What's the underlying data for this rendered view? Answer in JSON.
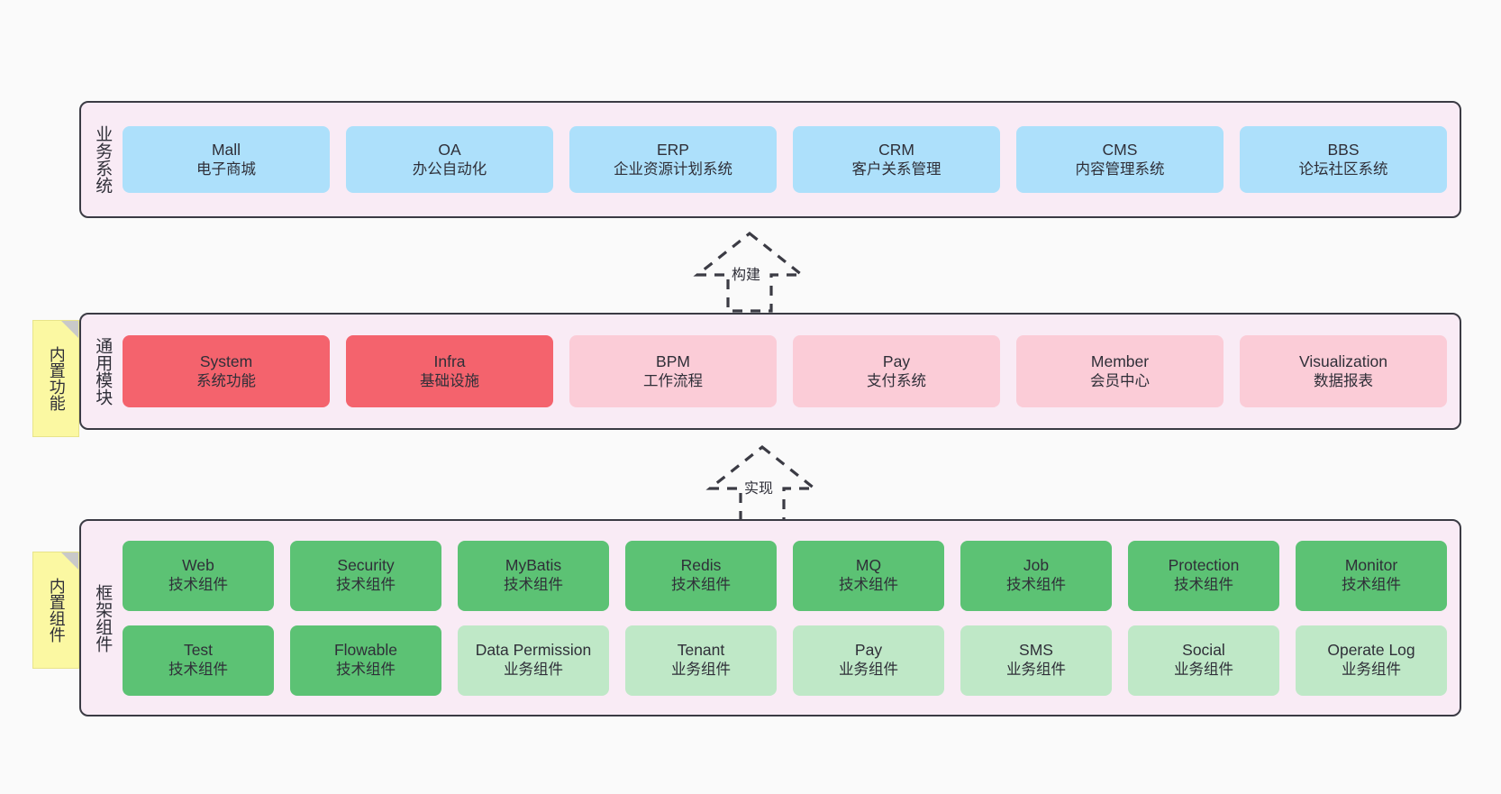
{
  "diagram": {
    "title": "ruoyi-vue-pro architecture layers",
    "background": "#fafafa"
  },
  "colors": {
    "panel_bg": "#f9ebf5",
    "panel_border": "#3b3b44",
    "business": "#ade0fb",
    "module_core": "#f4636d",
    "module_optional": "#fbccd7",
    "tech_component": "#5cc274",
    "biz_component": "#bfe8c7",
    "note_bg": "#fbf8a2",
    "note_fold": "#c9c9c9"
  },
  "notes": [
    {
      "name": "builtin-functions",
      "label": "内置功能"
    },
    {
      "name": "builtin-components",
      "label": "内置组件"
    }
  ],
  "connectors": [
    {
      "name": "build",
      "label": "构建",
      "style": "dashed-hollow-triangle",
      "direction": "up"
    },
    {
      "name": "implement",
      "label": "实现",
      "style": "dashed-hollow-triangle",
      "direction": "up"
    }
  ],
  "layers": [
    {
      "name": "business-system",
      "title": "业务系统",
      "rows": [
        {
          "cards": [
            {
              "en": "Mall",
              "cn": "电子商城",
              "color": "c-blue"
            },
            {
              "en": "OA",
              "cn": "办公自动化",
              "color": "c-blue"
            },
            {
              "en": "ERP",
              "cn": "企业资源计划系统",
              "color": "c-blue"
            },
            {
              "en": "CRM",
              "cn": "客户关系管理",
              "color": "c-blue"
            },
            {
              "en": "CMS",
              "cn": "内容管理系统",
              "color": "c-blue"
            },
            {
              "en": "BBS",
              "cn": "论坛社区系统",
              "color": "c-blue"
            }
          ]
        }
      ]
    },
    {
      "name": "common-module",
      "title": "通用模块",
      "rows": [
        {
          "cards": [
            {
              "en": "System",
              "cn": "系统功能",
              "color": "c-red"
            },
            {
              "en": "Infra",
              "cn": "基础设施",
              "color": "c-red"
            },
            {
              "en": "BPM",
              "cn": "工作流程",
              "color": "c-pink"
            },
            {
              "en": "Pay",
              "cn": "支付系统",
              "color": "c-pink"
            },
            {
              "en": "Member",
              "cn": "会员中心",
              "color": "c-pink"
            },
            {
              "en": "Visualization",
              "cn": "数据报表",
              "color": "c-pink"
            }
          ]
        }
      ]
    },
    {
      "name": "framework-component",
      "title": "框架组件",
      "rows": [
        {
          "cards": [
            {
              "en": "Web",
              "cn": "技术组件",
              "color": "c-green"
            },
            {
              "en": "Security",
              "cn": "技术组件",
              "color": "c-green"
            },
            {
              "en": "MyBatis",
              "cn": "技术组件",
              "color": "c-green"
            },
            {
              "en": "Redis",
              "cn": "技术组件",
              "color": "c-green"
            },
            {
              "en": "MQ",
              "cn": "技术组件",
              "color": "c-green"
            },
            {
              "en": "Job",
              "cn": "技术组件",
              "color": "c-green"
            },
            {
              "en": "Protection",
              "cn": "技术组件",
              "color": "c-green"
            },
            {
              "en": "Monitor",
              "cn": "技术组件",
              "color": "c-green"
            }
          ]
        },
        {
          "cards": [
            {
              "en": "Test",
              "cn": "技术组件",
              "color": "c-green"
            },
            {
              "en": "Flowable",
              "cn": "技术组件",
              "color": "c-green"
            },
            {
              "en": "Data Permission",
              "cn": "业务组件",
              "color": "c-greenlight"
            },
            {
              "en": "Tenant",
              "cn": "业务组件",
              "color": "c-greenlight"
            },
            {
              "en": "Pay",
              "cn": "业务组件",
              "color": "c-greenlight"
            },
            {
              "en": "SMS",
              "cn": "业务组件",
              "color": "c-greenlight"
            },
            {
              "en": "Social",
              "cn": "业务组件",
              "color": "c-greenlight"
            },
            {
              "en": "Operate Log",
              "cn": "业务组件",
              "color": "c-greenlight"
            }
          ]
        }
      ]
    }
  ]
}
